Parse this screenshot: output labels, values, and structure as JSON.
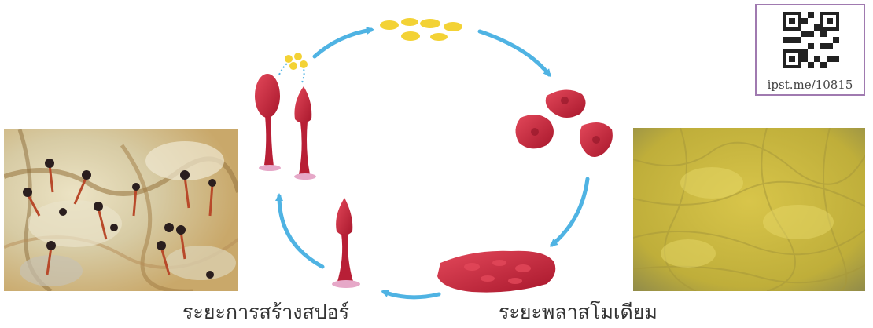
{
  "qr": {
    "url_text": "ipst.me/10815"
  },
  "labels": {
    "sporulation_stage": "ระยะการสร้างสปอร์",
    "plasmodium_stage": "ระยะพลาสโมเดียม"
  },
  "colors": {
    "arrow": "#4fb3e3",
    "organism": "#c8283e",
    "spore": "#f3d235"
  }
}
